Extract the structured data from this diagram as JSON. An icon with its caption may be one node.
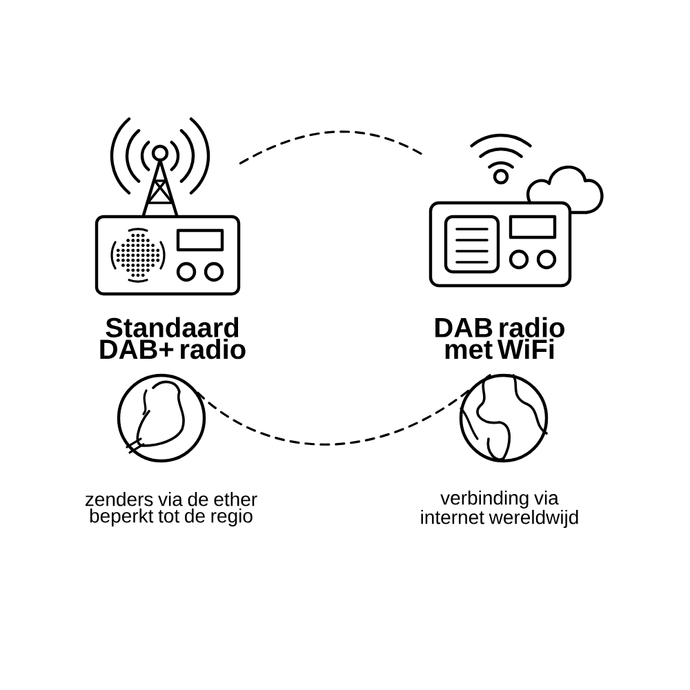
{
  "diagram": {
    "nodes": [
      {
        "text": [],
        "shape": "picture",
        "beside": [
          "Standaard DAB+ radio"
        ]
      },
      {
        "text": [],
        "shape": "picture",
        "beside": [
          "DAB radio met WiFi"
        ]
      },
      {
        "text": [],
        "shape": "circle",
        "beside": [
          "zenders via de ether beperkt tot de regio"
        ]
      },
      {
        "text": [],
        "shape": "circle",
        "beside": [
          "verbinding via internet wereldwijd"
        ]
      }
    ],
    "edges": [
      {
        "from": 0,
        "to": 1,
        "arrow": "none",
        "style": "dashed"
      },
      {
        "from": 2,
        "to": 3,
        "arrow": "none",
        "style": "dashed"
      }
    ]
  }
}
